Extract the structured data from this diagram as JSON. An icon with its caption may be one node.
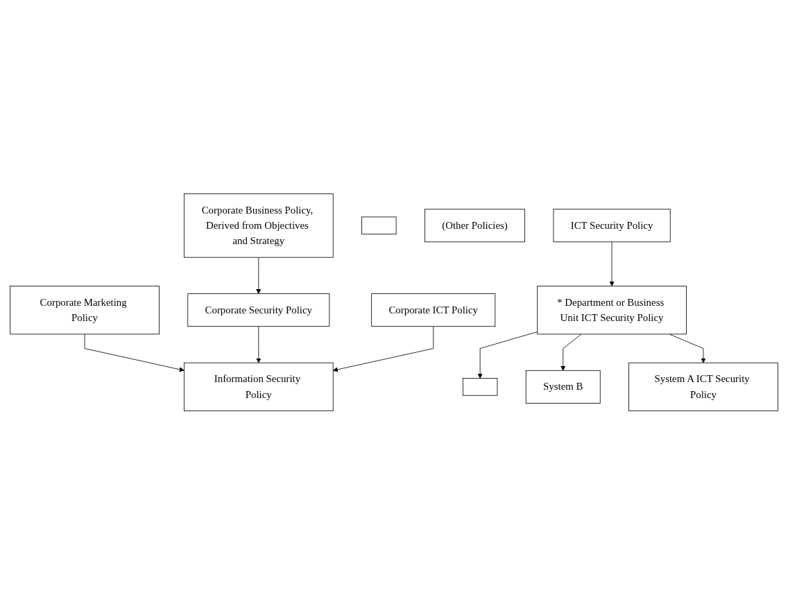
{
  "diagram": {
    "nodes": [
      {
        "text": [
          "Corporate Business Policy, Derived from Objectives and Strategy"
        ]
      },
      {
        "text": [],
        "shape": "box"
      },
      {
        "text": [
          "(Other Policies)"
        ]
      },
      {
        "text": [
          "Corporate Marketing Policy"
        ]
      },
      {
        "text": [
          "Corporate Security Policy"
        ]
      },
      {
        "text": [
          "Corporate ICT Policy"
        ]
      },
      {
        "text": [
          "Information Security Policy"
        ]
      },
      {
        "text": [
          "ICT Security Policy"
        ]
      },
      {
        "text": [
          "* Department or Business Unit ICT Security Policy"
        ]
      },
      {
        "text": [],
        "shape": "box"
      },
      {
        "text": [
          "System B"
        ]
      },
      {
        "text": [
          "System A ICT Security Policy"
        ]
      }
    ],
    "edges": [
      {
        "from": 0,
        "to": 4,
        "arrow": "to"
      },
      {
        "from": 3,
        "to": 6,
        "arrow": "to"
      },
      {
        "from": 4,
        "to": 6,
        "arrow": "to"
      },
      {
        "from": 5,
        "to": 6,
        "arrow": "to"
      },
      {
        "from": 7,
        "to": 8,
        "arrow": "to"
      },
      {
        "from": 8,
        "to": 9,
        "arrow": "to"
      },
      {
        "from": 8,
        "to": 10,
        "arrow": "to"
      },
      {
        "from": 8,
        "to": 11,
        "arrow": "to"
      }
    ]
  }
}
